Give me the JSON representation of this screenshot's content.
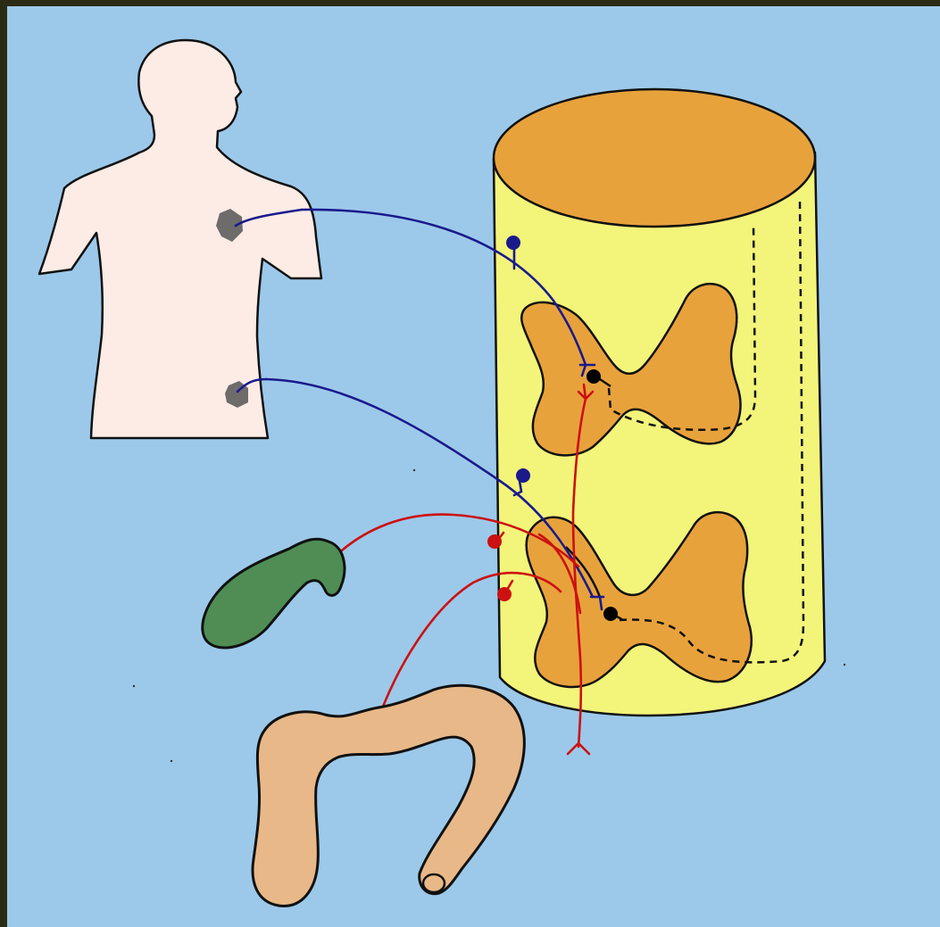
{
  "figure": {
    "type": "anatomical-diagram",
    "labels": [],
    "colors": {
      "frame": "#2b2a14",
      "background": "#9cc9ea",
      "skin": "#fdece6",
      "skin_patch": "#555555",
      "spinal_cord_white_matter": "#f3f47a",
      "spinal_cord_top": "#e8a23c",
      "gray_matter": "#e8a23c",
      "somatic_afferent": "#1a1a8c",
      "visceral_afferent": "#cc1111",
      "gallbladder": "#4f8d55",
      "colon": "#e8b888",
      "outline": "#111111"
    },
    "elements": [
      "human-torso",
      "skin-area-chest",
      "skin-area-abdomen",
      "spinal-cord-cylinder",
      "gray-matter-upper",
      "gray-matter-lower",
      "somatic-afferent-fibers",
      "visceral-afferent-fibers",
      "dorsal-root-ganglion-cells",
      "projection-neurons",
      "ascending-tract",
      "gallbladder",
      "colon"
    ]
  }
}
